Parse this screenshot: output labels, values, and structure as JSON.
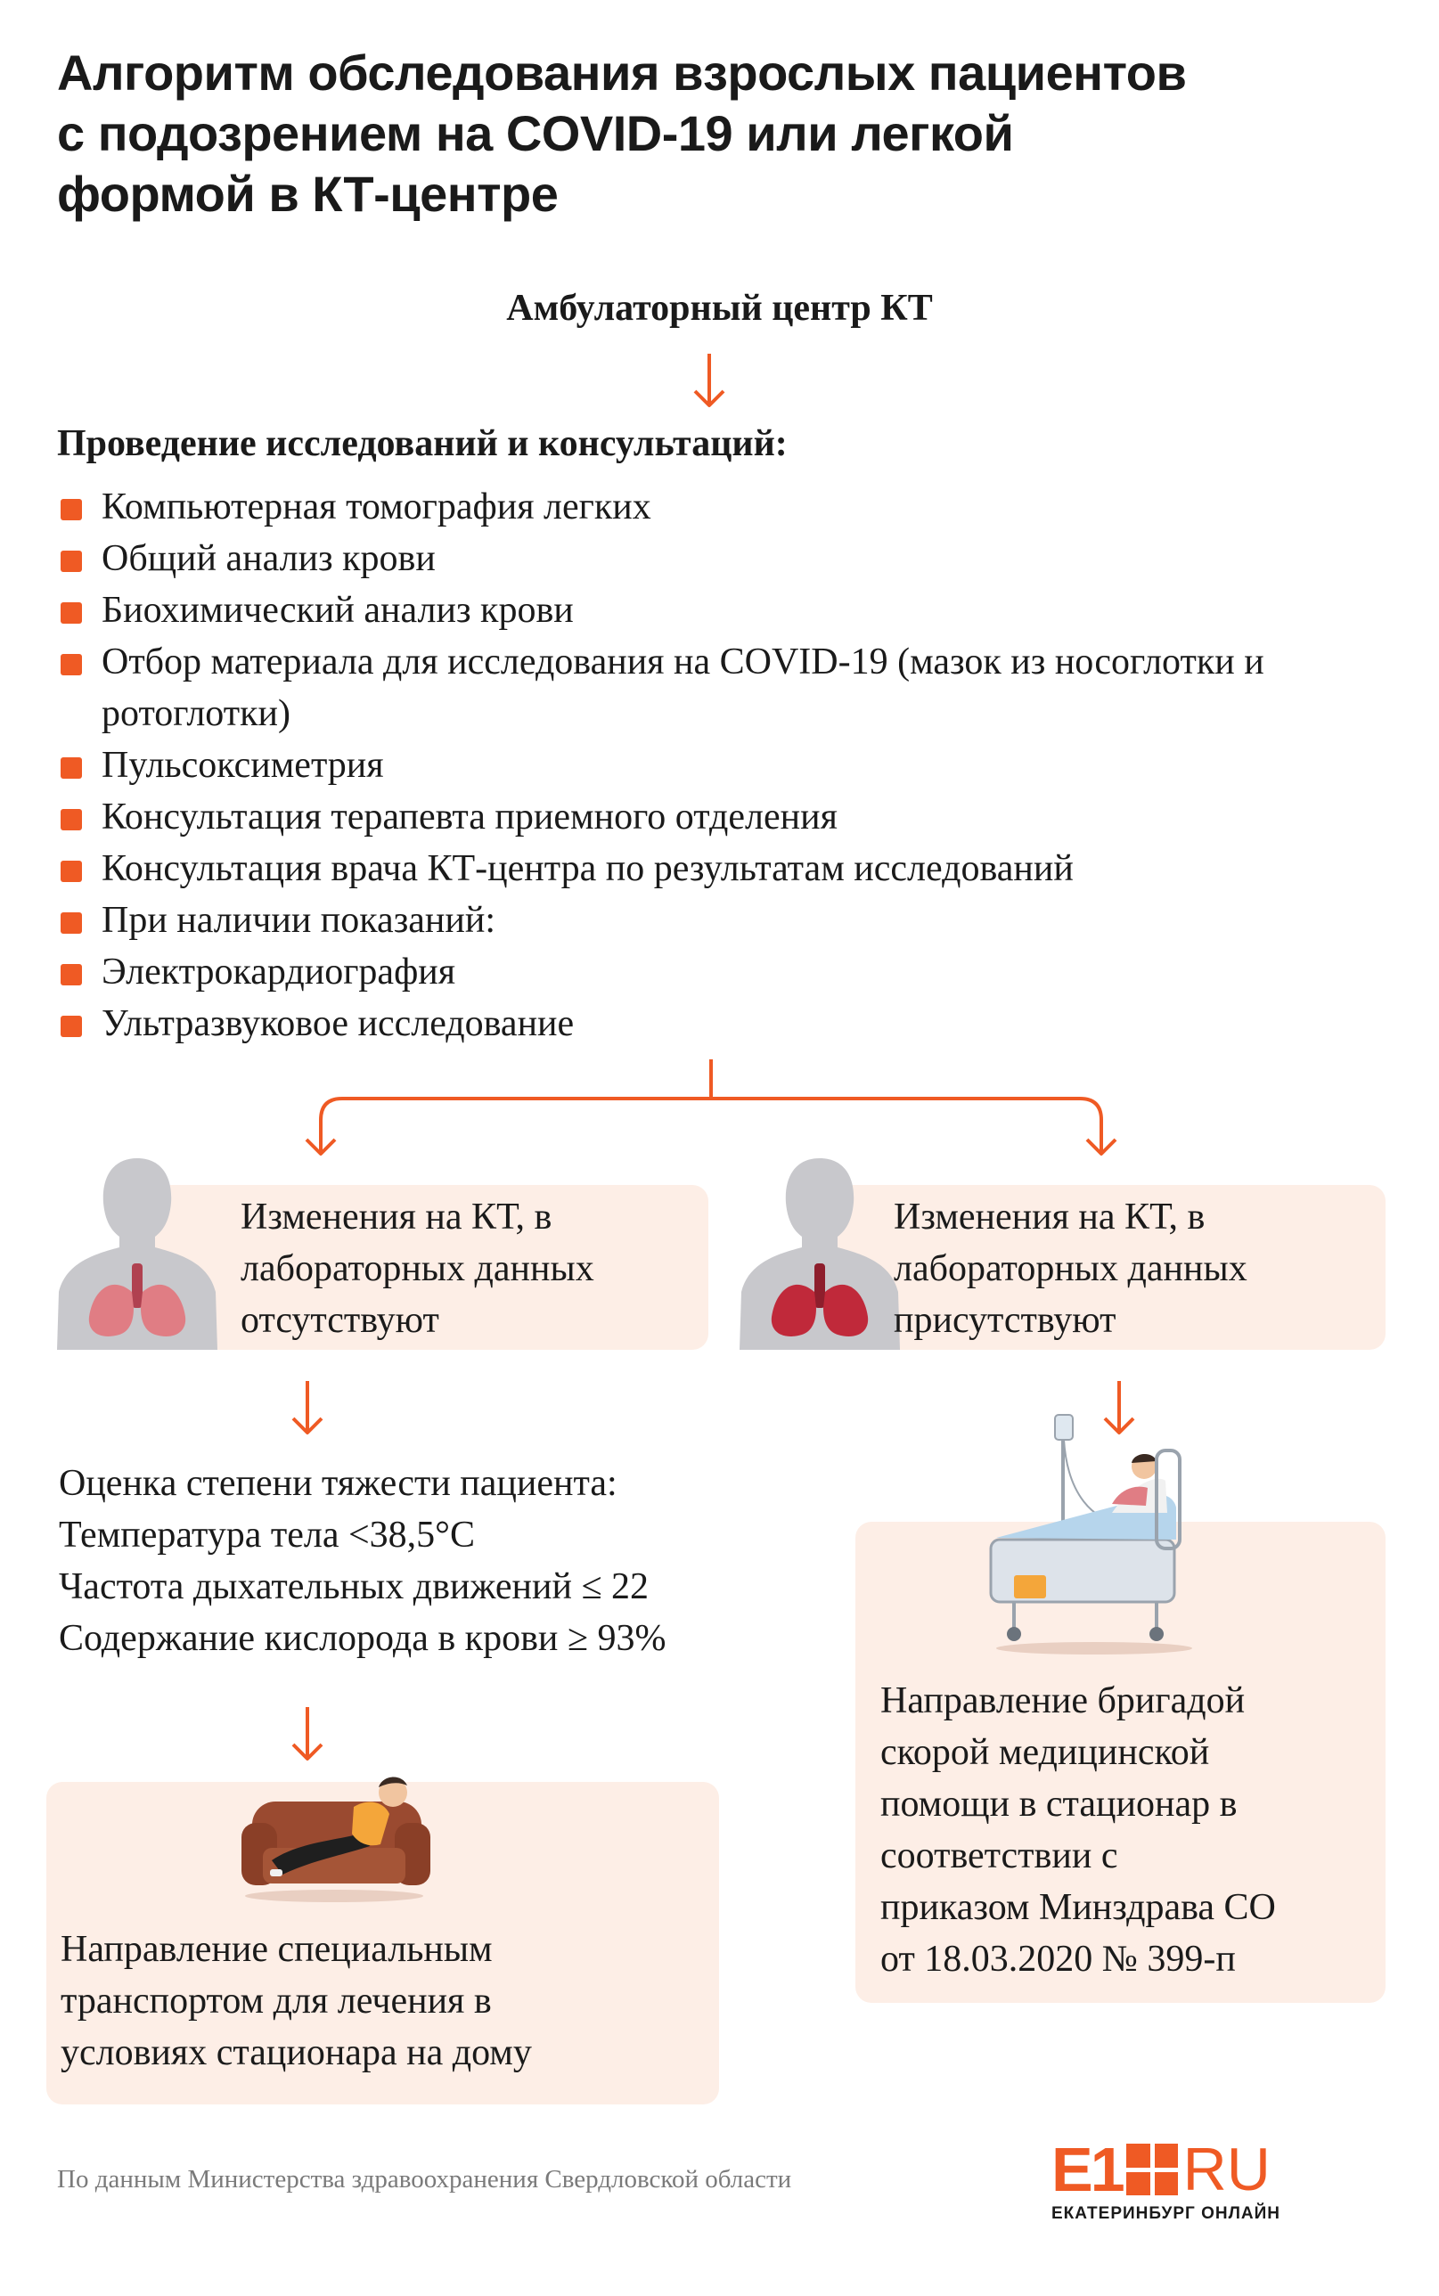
{
  "title_lines": [
    "Алгоритм обследования взрослых пациентов",
    "с подозрением на COVID-19 или легкой",
    "формой в КТ-центре"
  ],
  "start_node": "Амбулаторный центр КТ",
  "procedures": {
    "heading": "Проведение исследований и консультаций:",
    "items": [
      "Компьютерная томография легких",
      "Общий анализ крови",
      "Биохимический анализ крови",
      "Отбор материала для исследования на COVID-19 (мазок из носоглотки и ротоглотки)",
      "Пульсоксиметрия",
      "Консультация терапевта приемного отделения",
      "Консультация врача КТ-центра по результатам исследований",
      "При наличии показаний:",
      "Электрокардиография",
      "Ультразвуковое исследование"
    ]
  },
  "branch_left": {
    "lines": [
      "Изменения на КТ, в",
      "лабораторных данных",
      "отсутствуют"
    ]
  },
  "branch_right": {
    "lines": [
      "Изменения на КТ, в",
      "лабораторных данных",
      "присутствуют"
    ]
  },
  "assessment": {
    "lines": [
      "Оценка степени тяжести пациента:",
      "Температура тела <38,5°С",
      "Частота дыхательных движений ≤ 22",
      "Содержание кислорода в крови ≥ 93%"
    ]
  },
  "outcome_left": {
    "lines": [
      "Направление специальным",
      "транспортом для лечения в",
      "условиях стационара на дому"
    ]
  },
  "outcome_right": {
    "lines": [
      "Направление бригадой",
      "скорой медицинской",
      "помощи в стационар в",
      "соответствии с",
      "приказом Минздрава СО",
      "от 18.03.2020 № 399-п"
    ]
  },
  "footer": "По данным Министерства здравоохранения Свердловской области",
  "logo": {
    "brand": "E1",
    "suffix": "RU",
    "subtitle": "ЕКАТЕРИНБУРГ ОНЛАЙН"
  },
  "colors": {
    "accent": "#ef5a24",
    "box_fill": "#fdeee6",
    "text": "#1a1a1a",
    "footer_text": "#7a7a7a"
  }
}
